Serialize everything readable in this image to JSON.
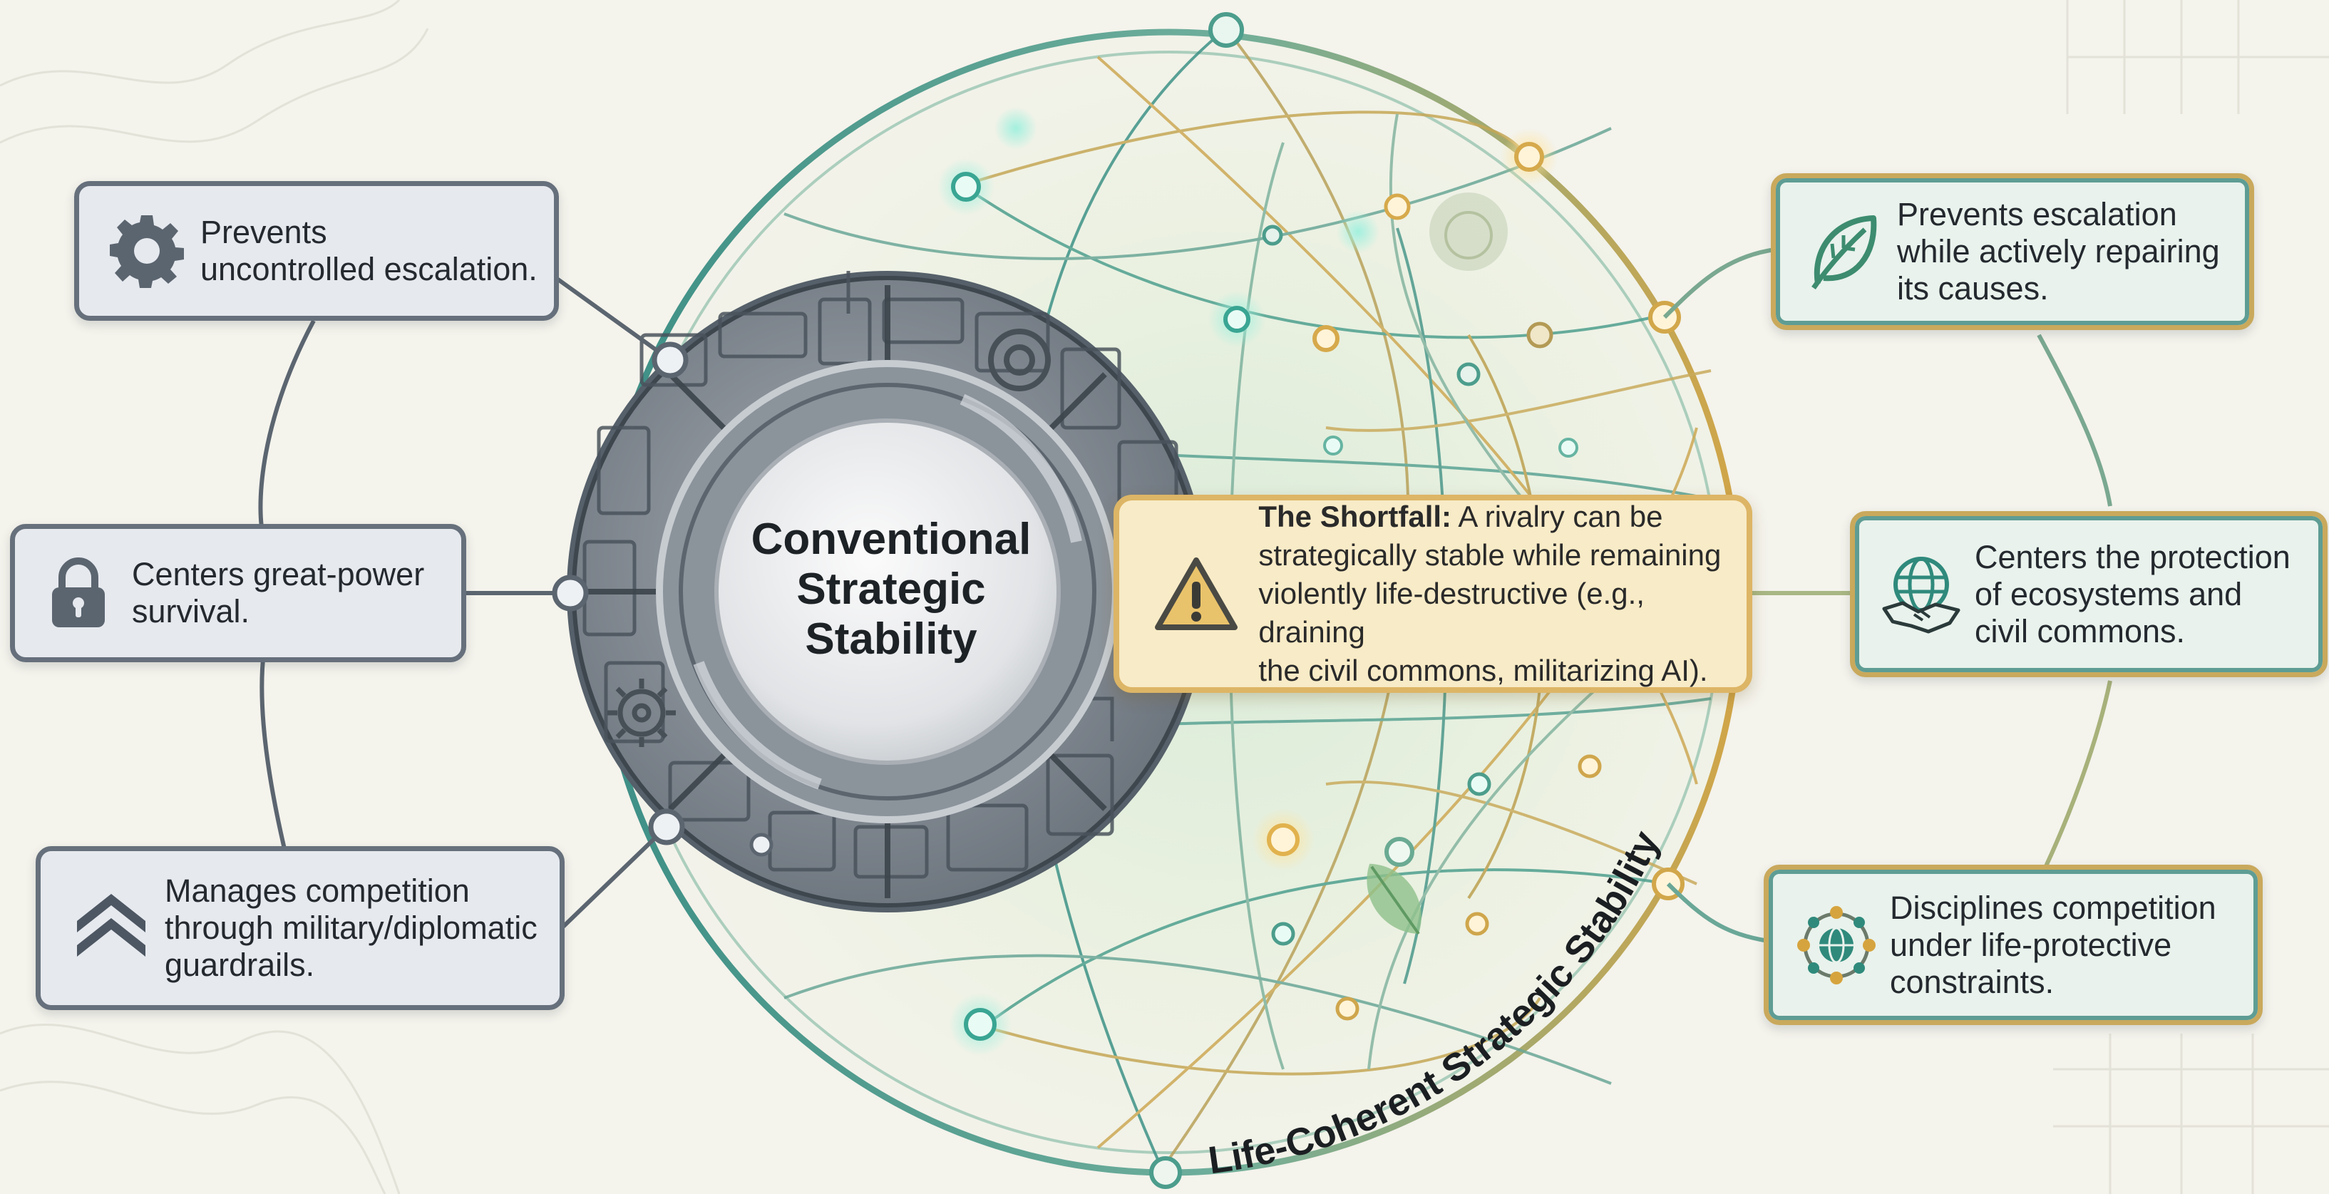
{
  "center": {
    "title_lines": [
      "Conventional",
      "Strategic",
      "Stability"
    ]
  },
  "ring_label": "Life-Coherent Strategic Stability",
  "shortfall": {
    "heading": "The Shortfall:",
    "lines": [
      " A rivalry can be",
      "strategically stable while remaining",
      "violently life-destructive (e.g., draining",
      "the civil commons, militarizing AI)."
    ],
    "icon": "warning-icon"
  },
  "left_items": [
    {
      "icon": "gear-icon",
      "lines": [
        "Prevents",
        "uncontrolled escalation."
      ]
    },
    {
      "icon": "lock-icon",
      "lines": [
        "Centers great-power",
        "survival."
      ]
    },
    {
      "icon": "chevrons-up-icon",
      "lines": [
        "Manages competition",
        "through military/diplomatic",
        "guardrails."
      ]
    }
  ],
  "right_items": [
    {
      "icon": "leaf-icon",
      "lines": [
        "Prevents escalation",
        "while actively repairing",
        "its causes."
      ]
    },
    {
      "icon": "globe-handshake-icon",
      "lines": [
        "Centers the protection",
        "of ecosystems and",
        "civil commons."
      ]
    },
    {
      "icon": "globe-network-icon",
      "lines": [
        "Disciplines competition",
        "under life-protective",
        "constraints."
      ]
    }
  ],
  "colors": {
    "background": "#f4f3ec",
    "conventional_gray": "#66707c",
    "life_teal": "#3f9a8c",
    "life_gold": "#d6a93f",
    "shortfall_fill": "#f8ebc7"
  }
}
